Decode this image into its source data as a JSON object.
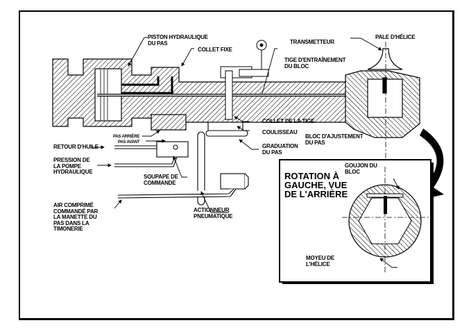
{
  "figure": {
    "description": "Système de commande du pas d'hélice hydraulique",
    "colors": {
      "ink": "#000000",
      "paper": "#ffffff"
    }
  },
  "labels": {
    "piston": "PISTON HYDRAULIQUE\nDU PAS",
    "collet_fixe": "COLLET FIXE",
    "transmetteur": "TRANSMETTEUR",
    "tige": "TIGE D'ENTRAÎNEMENT\nDU BLOC",
    "pale": "PALE D'HÉLICE",
    "pas_arriere": "PAS ARRIÈRE",
    "pas_avant": "PAS AVANT",
    "retour_huile": "RETOUR D'HUILE",
    "pression_pompe": "PRESSION DE\nLA POMPE\nHYDRAULIQUE",
    "soupape": "SOUPAPE DE\nCOMMANDE",
    "air_comprime": "AIR COMPRIMÉ\nCOMMANDÉ PAR\nLA MANETTE DU\nPAS DANS LA\nTIMONERIE",
    "actionneur": "ACTIONNEUR\nPNEUMATIQUE",
    "collet_tige": "COLLET DE LA TIGE",
    "coulisseau": "COULISSEAU",
    "graduation": "GRADUATION\nDU PAS",
    "bloc_ajustement": "BLOC D'AJUSTEMENT\nDU PAS",
    "goujon": "GOUJON DU\nBLOC",
    "moyeu": "MOYEU DE\nL'HÉLICE"
  },
  "inset": {
    "title": "ROTATION À\nGAUCHE, VUE\nDE L'ARRIÈRE"
  }
}
